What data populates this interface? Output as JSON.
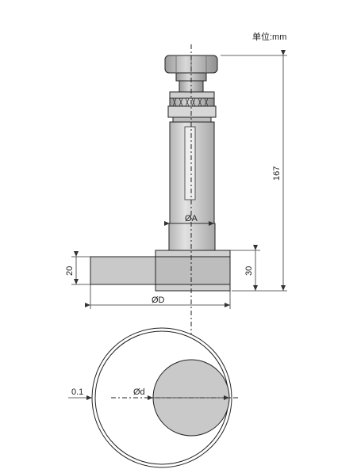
{
  "units_note": "单位:mm",
  "dimensions": {
    "overall_height": "167",
    "shank_diameter": "ØA",
    "base_diameter": "ØD",
    "base_height": "20",
    "collar_height": "30",
    "contact_diameter": "Ød",
    "flatness": "0.1"
  },
  "colors": {
    "part_fill": "#c9c9c9",
    "part_light": "#dedede",
    "part_dark": "#a8a8a8",
    "line": "#222222"
  }
}
